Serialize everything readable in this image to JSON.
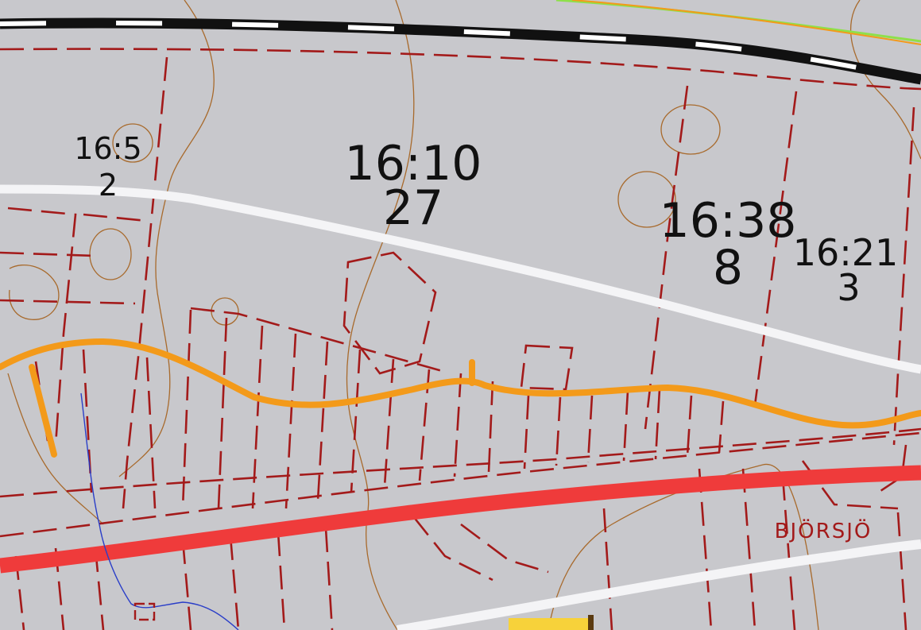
{
  "map": {
    "colors": {
      "background": "#c8c8cc",
      "parcel_boundary": "#a31a1a",
      "contour": "#a86a2c",
      "railway": "#111111",
      "railway_dash": "#ffffff",
      "main_road": "#ef3b3b",
      "minor_road": "#f39a1a",
      "track": "#f4f4f6",
      "stream": "#2a3ec8",
      "green_line": "#8ee04a",
      "yellow_area": "#f7d23a",
      "label_text": "#111111",
      "place_label": "#a31a1a"
    },
    "parcels": [
      {
        "id": "16:5",
        "number": "2"
      },
      {
        "id": "16:10",
        "number": "27"
      },
      {
        "id": "16:38",
        "number": "8"
      },
      {
        "id": "16:21",
        "number": "3"
      }
    ],
    "place_name": "BJÖRSJÖ"
  }
}
